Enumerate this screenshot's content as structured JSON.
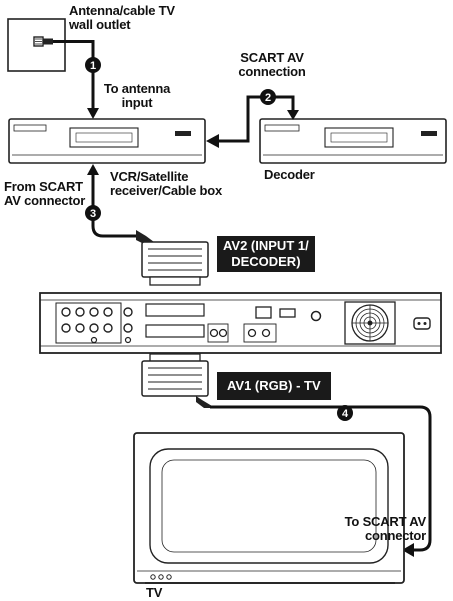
{
  "labels": {
    "antenna_outlet": "Antenna/cable TV\nwall outlet",
    "to_antenna_input": "To antenna\ninput",
    "scart_av_connection": "SCART AV\nconnection",
    "decoder": "Decoder",
    "vcr_satellite": "VCR/Satellite\nreceiver/Cable box",
    "from_scart_av": "From SCART\nAV connector",
    "av2_input": "AV2 (INPUT 1/\nDECODER)",
    "av1_rgb_tv": "AV1 (RGB) - TV",
    "to_scart_av_connector": "To SCART AV\nconnector",
    "tv": "TV"
  },
  "steps": [
    "1",
    "2",
    "3",
    "4"
  ]
}
